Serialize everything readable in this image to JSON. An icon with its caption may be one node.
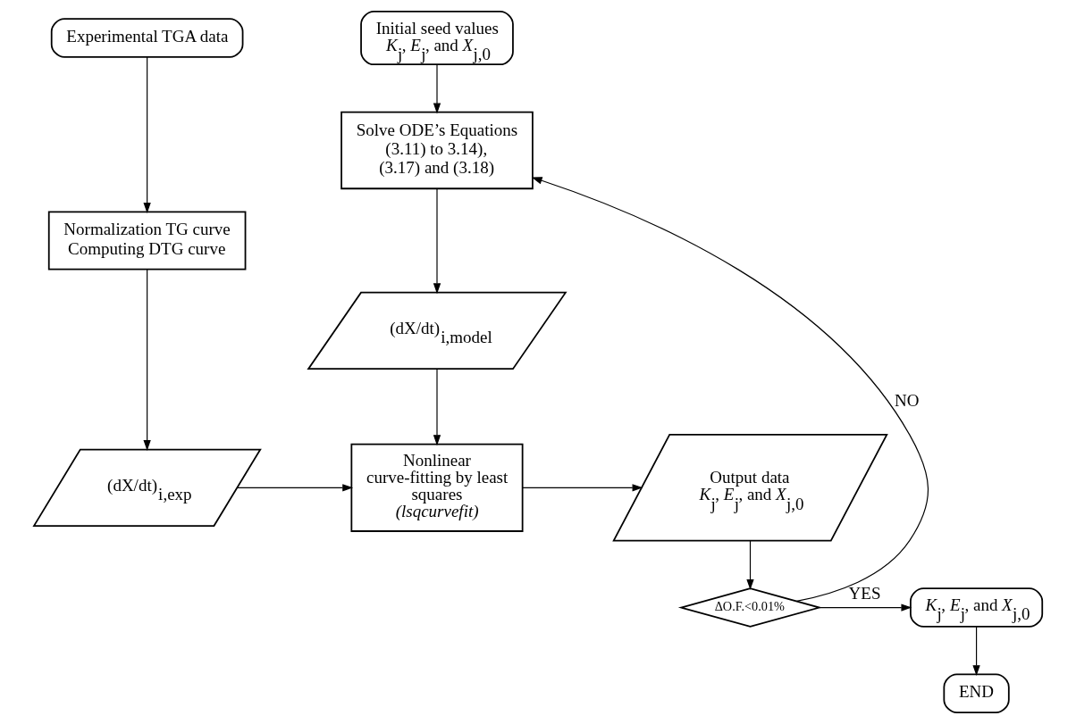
{
  "diagram": {
    "nodes": [
      {
        "text": [
          "Experimental TGA data"
        ]
      },
      {
        "text": [
          "Initial seed values",
          "*K*$_{j}$, *E*$_{j}$, and *X*$_{j,0}$"
        ]
      },
      {
        "text": [
          "Normalization TG curve Computing DTG curve"
        ]
      },
      {
        "text": [
          "Solve ODE’s Equations (3.11) to 3.14), (3.17) and (3.18)"
        ]
      },
      {
        "text": [
          "(dX/dt)$_{i,model}$"
        ]
      },
      {
        "text": [
          "(dX/dt)$_{i,exp}$"
        ]
      },
      {
        "text": [
          "Nonlinear curve-fitting by least squares",
          "*(lsqcurvefit)*"
        ]
      },
      {
        "text": [
          "Output data",
          "*K*$_{j}$, *E*$_{j}$, and *X*$_{j,0}$"
        ]
      },
      {
        "text": [
          "ΔO.F.<0.01%"
        ]
      },
      {
        "text": [
          "*K*$_{j}$, *E*$_{j}$, and *X*$_{j,0}$"
        ]
      },
      {
        "text": [
          "END"
        ]
      }
    ],
    "edges": [
      {
        "from": 0,
        "to": 2,
        "arrow": "to"
      },
      {
        "from": 1,
        "to": 3,
        "arrow": "to"
      },
      {
        "from": 3,
        "to": 4,
        "arrow": "to"
      },
      {
        "from": 2,
        "to": 5,
        "arrow": "to"
      },
      {
        "from": 4,
        "to": 6,
        "arrow": "to"
      },
      {
        "from": 5,
        "to": 6,
        "arrow": "to"
      },
      {
        "from": 6,
        "to": 7,
        "arrow": "to"
      },
      {
        "from": 7,
        "to": 8,
        "arrow": "to"
      },
      {
        "from": 8,
        "to": 3,
        "arrow": "to",
        "label": "NO"
      },
      {
        "from": 8,
        "to": 9,
        "arrow": "to",
        "label": "YES"
      },
      {
        "from": 9,
        "to": 10,
        "arrow": "to"
      }
    ]
  }
}
